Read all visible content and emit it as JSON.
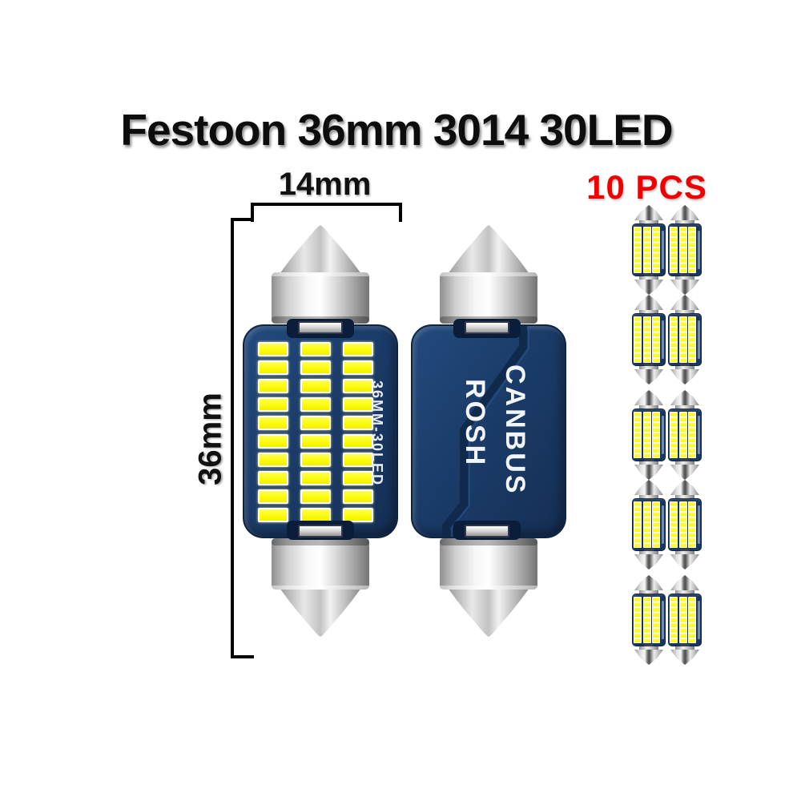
{
  "title": "Festoon 36mm 3014 30LED",
  "dimensions": {
    "width_label": "14mm",
    "length_label": "36mm"
  },
  "pack": {
    "label": "10 PCS",
    "count": 10,
    "rows": 5,
    "columns": 2
  },
  "front_bulb": {
    "print": "36MM-30LED",
    "led_rows": 10,
    "led_cols": 3,
    "total_leds": 30
  },
  "back_bulb": {
    "print_line1": "CANBUS",
    "print_line2": "ROSH"
  },
  "colors": {
    "title_text": "#0d0d0d",
    "qty_red": "#f00000",
    "bracket_black": "#000000",
    "body_blue": "#1b3c69",
    "seam_blue": "#0f2849",
    "led_yellow": "#fbfb08",
    "metal_silver": "#e3e3e3",
    "print_white": "#f2f5fc"
  }
}
